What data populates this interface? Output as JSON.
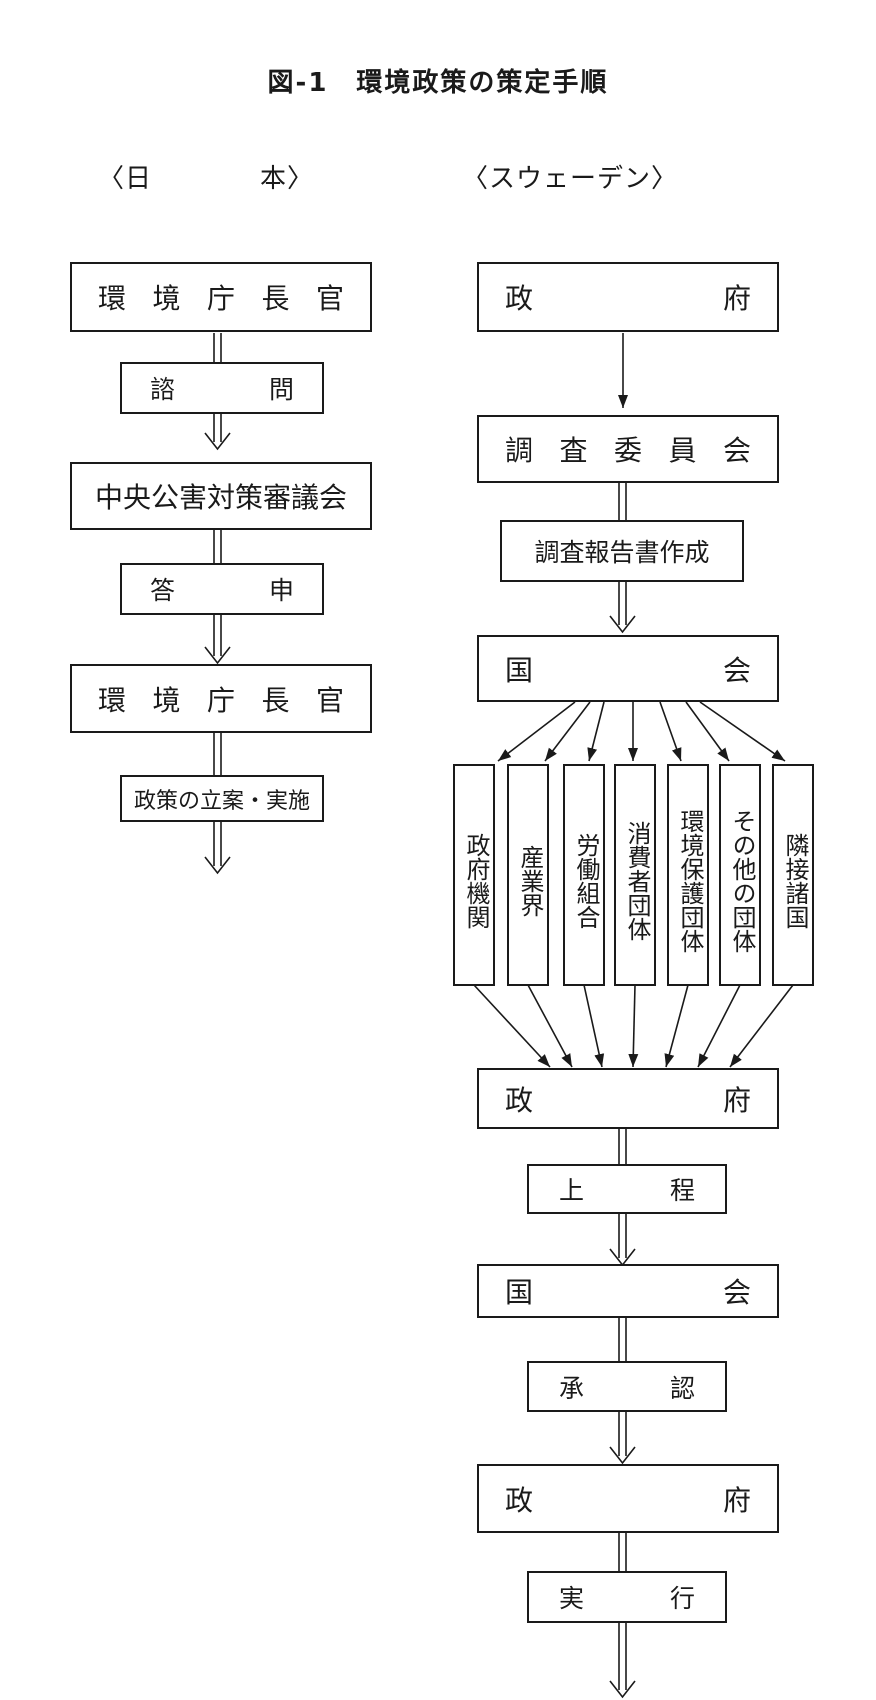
{
  "title": "図-1　環境政策の策定手順",
  "japan": {
    "heading": "〈日　　　　本〉",
    "nodes": [
      [
        "環",
        "境",
        "庁",
        "長",
        "官"
      ],
      [
        "諮",
        "問"
      ],
      [
        "中央公害対策審議会"
      ],
      [
        "答",
        "申"
      ],
      [
        "環",
        "境",
        "庁",
        "長",
        "官"
      ],
      [
        "政策の立案・実施"
      ]
    ]
  },
  "sweden": {
    "heading": "〈スウェーデン〉",
    "top_nodes": [
      [
        "政",
        "府"
      ],
      [
        "調",
        "査",
        "委",
        "員",
        "会"
      ],
      [
        "調査報告書作成"
      ],
      [
        "国",
        "会"
      ]
    ],
    "groups": [
      "政府機関",
      "産業界",
      "労働組合",
      "消費者団体",
      "環境保護団体",
      "その他の団体",
      "隣接諸国"
    ],
    "bottom_nodes": [
      [
        "政",
        "府"
      ],
      [
        "上",
        "程"
      ],
      [
        "国",
        "会"
      ],
      [
        "承",
        "認"
      ],
      [
        "政",
        "府"
      ],
      [
        "実",
        "行"
      ]
    ]
  }
}
